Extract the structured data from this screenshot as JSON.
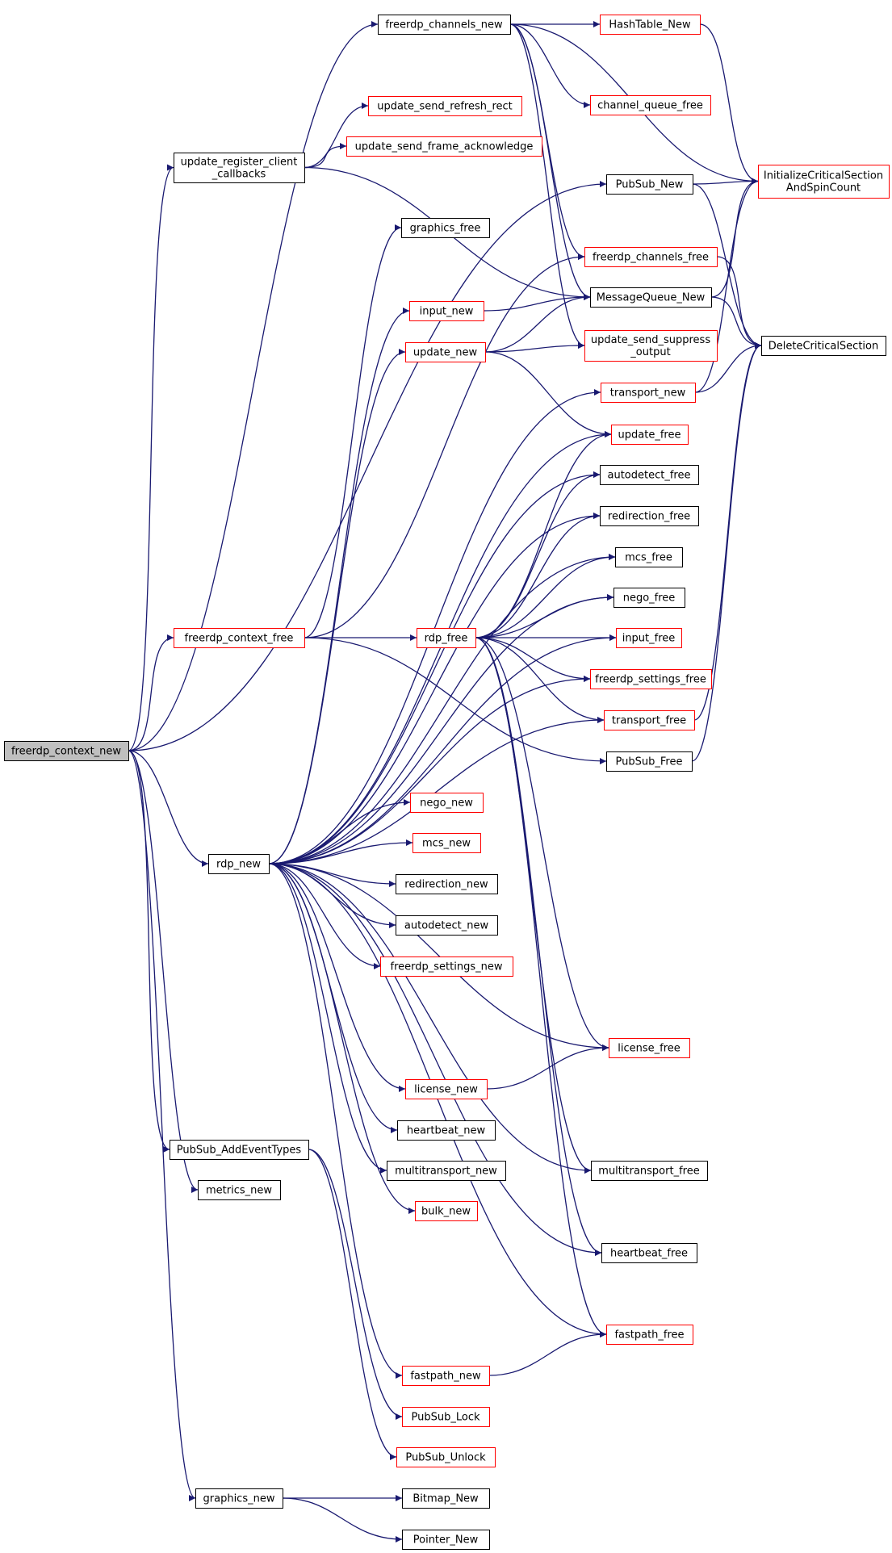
{
  "colors": {
    "edge": "#191970",
    "border_default": "#000000",
    "border_truncated": "#ff0000",
    "root_fill": "#bfbfbf",
    "node_fill": "#ffffff"
  },
  "nodes": [
    {
      "id": "freerdp_context_new",
      "lines": [
        "freerdp_context_new"
      ],
      "style": "root"
    },
    {
      "id": "freerdp_channels_new",
      "lines": [
        "freerdp_channels_new"
      ],
      "style": "black"
    },
    {
      "id": "HashTable_New",
      "lines": [
        "HashTable_New"
      ],
      "style": "red"
    },
    {
      "id": "channel_queue_free",
      "lines": [
        "channel_queue_free"
      ],
      "style": "red"
    },
    {
      "id": "update_send_refresh_rect",
      "lines": [
        "update_send_refresh_rect"
      ],
      "style": "red"
    },
    {
      "id": "update_register_client_callbacks",
      "lines": [
        "update_register_client",
        "_callbacks"
      ],
      "style": "black"
    },
    {
      "id": "update_send_frame_acknowledge",
      "lines": [
        "update_send_frame_acknowledge"
      ],
      "style": "red"
    },
    {
      "id": "InitializeCriticalSectionAndSpinCount",
      "lines": [
        "InitializeCriticalSection",
        "AndSpinCount"
      ],
      "style": "red"
    },
    {
      "id": "PubSub_New",
      "lines": [
        "PubSub_New"
      ],
      "style": "black"
    },
    {
      "id": "graphics_free",
      "lines": [
        "graphics_free"
      ],
      "style": "black"
    },
    {
      "id": "freerdp_channels_free",
      "lines": [
        "freerdp_channels_free"
      ],
      "style": "red"
    },
    {
      "id": "MessageQueue_New",
      "lines": [
        "MessageQueue_New"
      ],
      "style": "black"
    },
    {
      "id": "input_new",
      "lines": [
        "input_new"
      ],
      "style": "red"
    },
    {
      "id": "DeleteCriticalSection",
      "lines": [
        "DeleteCriticalSection"
      ],
      "style": "black"
    },
    {
      "id": "update_new",
      "lines": [
        "update_new"
      ],
      "style": "red"
    },
    {
      "id": "update_send_suppress_output",
      "lines": [
        "update_send_suppress",
        "_output"
      ],
      "style": "red"
    },
    {
      "id": "transport_new",
      "lines": [
        "transport_new"
      ],
      "style": "red"
    },
    {
      "id": "update_free",
      "lines": [
        "update_free"
      ],
      "style": "red"
    },
    {
      "id": "autodetect_free",
      "lines": [
        "autodetect_free"
      ],
      "style": "black"
    },
    {
      "id": "redirection_free",
      "lines": [
        "redirection_free"
      ],
      "style": "black"
    },
    {
      "id": "mcs_free",
      "lines": [
        "mcs_free"
      ],
      "style": "black"
    },
    {
      "id": "nego_free",
      "lines": [
        "nego_free"
      ],
      "style": "black"
    },
    {
      "id": "freerdp_context_free",
      "lines": [
        "freerdp_context_free"
      ],
      "style": "red"
    },
    {
      "id": "rdp_free",
      "lines": [
        "rdp_free"
      ],
      "style": "red"
    },
    {
      "id": "input_free",
      "lines": [
        "input_free"
      ],
      "style": "red"
    },
    {
      "id": "freerdp_settings_free",
      "lines": [
        "freerdp_settings_free"
      ],
      "style": "red"
    },
    {
      "id": "transport_free",
      "lines": [
        "transport_free"
      ],
      "style": "red"
    },
    {
      "id": "PubSub_Free",
      "lines": [
        "PubSub_Free"
      ],
      "style": "black"
    },
    {
      "id": "nego_new",
      "lines": [
        "nego_new"
      ],
      "style": "red"
    },
    {
      "id": "mcs_new",
      "lines": [
        "mcs_new"
      ],
      "style": "red"
    },
    {
      "id": "rdp_new",
      "lines": [
        "rdp_new"
      ],
      "style": "black"
    },
    {
      "id": "redirection_new",
      "lines": [
        "redirection_new"
      ],
      "style": "black"
    },
    {
      "id": "autodetect_new",
      "lines": [
        "autodetect_new"
      ],
      "style": "black"
    },
    {
      "id": "freerdp_settings_new",
      "lines": [
        "freerdp_settings_new"
      ],
      "style": "red"
    },
    {
      "id": "license_free",
      "lines": [
        "license_free"
      ],
      "style": "red"
    },
    {
      "id": "license_new",
      "lines": [
        "license_new"
      ],
      "style": "red"
    },
    {
      "id": "heartbeat_new",
      "lines": [
        "heartbeat_new"
      ],
      "style": "black"
    },
    {
      "id": "PubSub_AddEventTypes",
      "lines": [
        "PubSub_AddEventTypes"
      ],
      "style": "black"
    },
    {
      "id": "multitransport_new",
      "lines": [
        "multitransport_new"
      ],
      "style": "black"
    },
    {
      "id": "multitransport_free",
      "lines": [
        "multitransport_free"
      ],
      "style": "black"
    },
    {
      "id": "metrics_new",
      "lines": [
        "metrics_new"
      ],
      "style": "black"
    },
    {
      "id": "bulk_new",
      "lines": [
        "bulk_new"
      ],
      "style": "red"
    },
    {
      "id": "heartbeat_free",
      "lines": [
        "heartbeat_free"
      ],
      "style": "black"
    },
    {
      "id": "fastpath_free",
      "lines": [
        "fastpath_free"
      ],
      "style": "red"
    },
    {
      "id": "fastpath_new",
      "lines": [
        "fastpath_new"
      ],
      "style": "red"
    },
    {
      "id": "PubSub_Lock",
      "lines": [
        "PubSub_Lock"
      ],
      "style": "red"
    },
    {
      "id": "PubSub_Unlock",
      "lines": [
        "PubSub_Unlock"
      ],
      "style": "red"
    },
    {
      "id": "graphics_new",
      "lines": [
        "graphics_new"
      ],
      "style": "black"
    },
    {
      "id": "Bitmap_New",
      "lines": [
        "Bitmap_New"
      ],
      "style": "black"
    },
    {
      "id": "Pointer_New",
      "lines": [
        "Pointer_New"
      ],
      "style": "black"
    }
  ],
  "edges": [
    [
      "freerdp_context_new",
      "freerdp_channels_new"
    ],
    [
      "freerdp_context_new",
      "update_register_client_callbacks"
    ],
    [
      "freerdp_context_new",
      "PubSub_New"
    ],
    [
      "freerdp_context_new",
      "freerdp_context_free"
    ],
    [
      "freerdp_context_new",
      "rdp_new"
    ],
    [
      "freerdp_context_new",
      "PubSub_AddEventTypes"
    ],
    [
      "freerdp_context_new",
      "metrics_new"
    ],
    [
      "freerdp_context_new",
      "graphics_new"
    ],
    [
      "freerdp_channels_new",
      "HashTable_New"
    ],
    [
      "freerdp_channels_new",
      "channel_queue_free"
    ],
    [
      "freerdp_channels_new",
      "InitializeCriticalSectionAndSpinCount"
    ],
    [
      "freerdp_channels_new",
      "freerdp_channels_free"
    ],
    [
      "freerdp_channels_new",
      "MessageQueue_New"
    ],
    [
      "freerdp_channels_new",
      "update_send_suppress_output"
    ],
    [
      "HashTable_New",
      "InitializeCriticalSectionAndSpinCount"
    ],
    [
      "update_register_client_callbacks",
      "update_send_refresh_rect"
    ],
    [
      "update_register_client_callbacks",
      "update_send_frame_acknowledge"
    ],
    [
      "update_register_client_callbacks",
      "MessageQueue_New"
    ],
    [
      "PubSub_New",
      "InitializeCriticalSectionAndSpinCount"
    ],
    [
      "PubSub_New",
      "DeleteCriticalSection"
    ],
    [
      "freerdp_channels_free",
      "DeleteCriticalSection"
    ],
    [
      "MessageQueue_New",
      "InitializeCriticalSectionAndSpinCount"
    ],
    [
      "MessageQueue_New",
      "DeleteCriticalSection"
    ],
    [
      "input_new",
      "MessageQueue_New"
    ],
    [
      "update_new",
      "MessageQueue_New"
    ],
    [
      "update_new",
      "update_send_suppress_output"
    ],
    [
      "update_new",
      "update_free"
    ],
    [
      "transport_new",
      "InitializeCriticalSectionAndSpinCount"
    ],
    [
      "transport_new",
      "DeleteCriticalSection"
    ],
    [
      "freerdp_context_free",
      "graphics_free"
    ],
    [
      "freerdp_context_free",
      "freerdp_channels_free"
    ],
    [
      "freerdp_context_free",
      "rdp_free"
    ],
    [
      "freerdp_context_free",
      "PubSub_Free"
    ],
    [
      "rdp_free",
      "update_free"
    ],
    [
      "rdp_free",
      "autodetect_free"
    ],
    [
      "rdp_free",
      "redirection_free"
    ],
    [
      "rdp_free",
      "mcs_free"
    ],
    [
      "rdp_free",
      "nego_free"
    ],
    [
      "rdp_free",
      "input_free"
    ],
    [
      "rdp_free",
      "freerdp_settings_free"
    ],
    [
      "rdp_free",
      "transport_free"
    ],
    [
      "rdp_free",
      "license_free"
    ],
    [
      "rdp_free",
      "multitransport_free"
    ],
    [
      "rdp_free",
      "heartbeat_free"
    ],
    [
      "rdp_free",
      "fastpath_free"
    ],
    [
      "transport_free",
      "DeleteCriticalSection"
    ],
    [
      "PubSub_Free",
      "DeleteCriticalSection"
    ],
    [
      "rdp_new",
      "input_new"
    ],
    [
      "rdp_new",
      "update_new"
    ],
    [
      "rdp_new",
      "transport_new"
    ],
    [
      "rdp_new",
      "update_free"
    ],
    [
      "rdp_new",
      "autodetect_free"
    ],
    [
      "rdp_new",
      "redirection_free"
    ],
    [
      "rdp_new",
      "mcs_free"
    ],
    [
      "rdp_new",
      "nego_free"
    ],
    [
      "rdp_new",
      "input_free"
    ],
    [
      "rdp_new",
      "freerdp_settings_free"
    ],
    [
      "rdp_new",
      "transport_free"
    ],
    [
      "rdp_new",
      "nego_new"
    ],
    [
      "rdp_new",
      "mcs_new"
    ],
    [
      "rdp_new",
      "redirection_new"
    ],
    [
      "rdp_new",
      "autodetect_new"
    ],
    [
      "rdp_new",
      "freerdp_settings_new"
    ],
    [
      "rdp_new",
      "license_free"
    ],
    [
      "rdp_new",
      "license_new"
    ],
    [
      "rdp_new",
      "heartbeat_new"
    ],
    [
      "rdp_new",
      "multitransport_new"
    ],
    [
      "rdp_new",
      "multitransport_free"
    ],
    [
      "rdp_new",
      "bulk_new"
    ],
    [
      "rdp_new",
      "heartbeat_free"
    ],
    [
      "rdp_new",
      "fastpath_free"
    ],
    [
      "rdp_new",
      "fastpath_new"
    ],
    [
      "license_new",
      "license_free"
    ],
    [
      "fastpath_new",
      "fastpath_free"
    ],
    [
      "PubSub_AddEventTypes",
      "PubSub_Lock"
    ],
    [
      "PubSub_AddEventTypes",
      "PubSub_Unlock"
    ],
    [
      "graphics_new",
      "Bitmap_New"
    ],
    [
      "graphics_new",
      "Pointer_New"
    ]
  ]
}
